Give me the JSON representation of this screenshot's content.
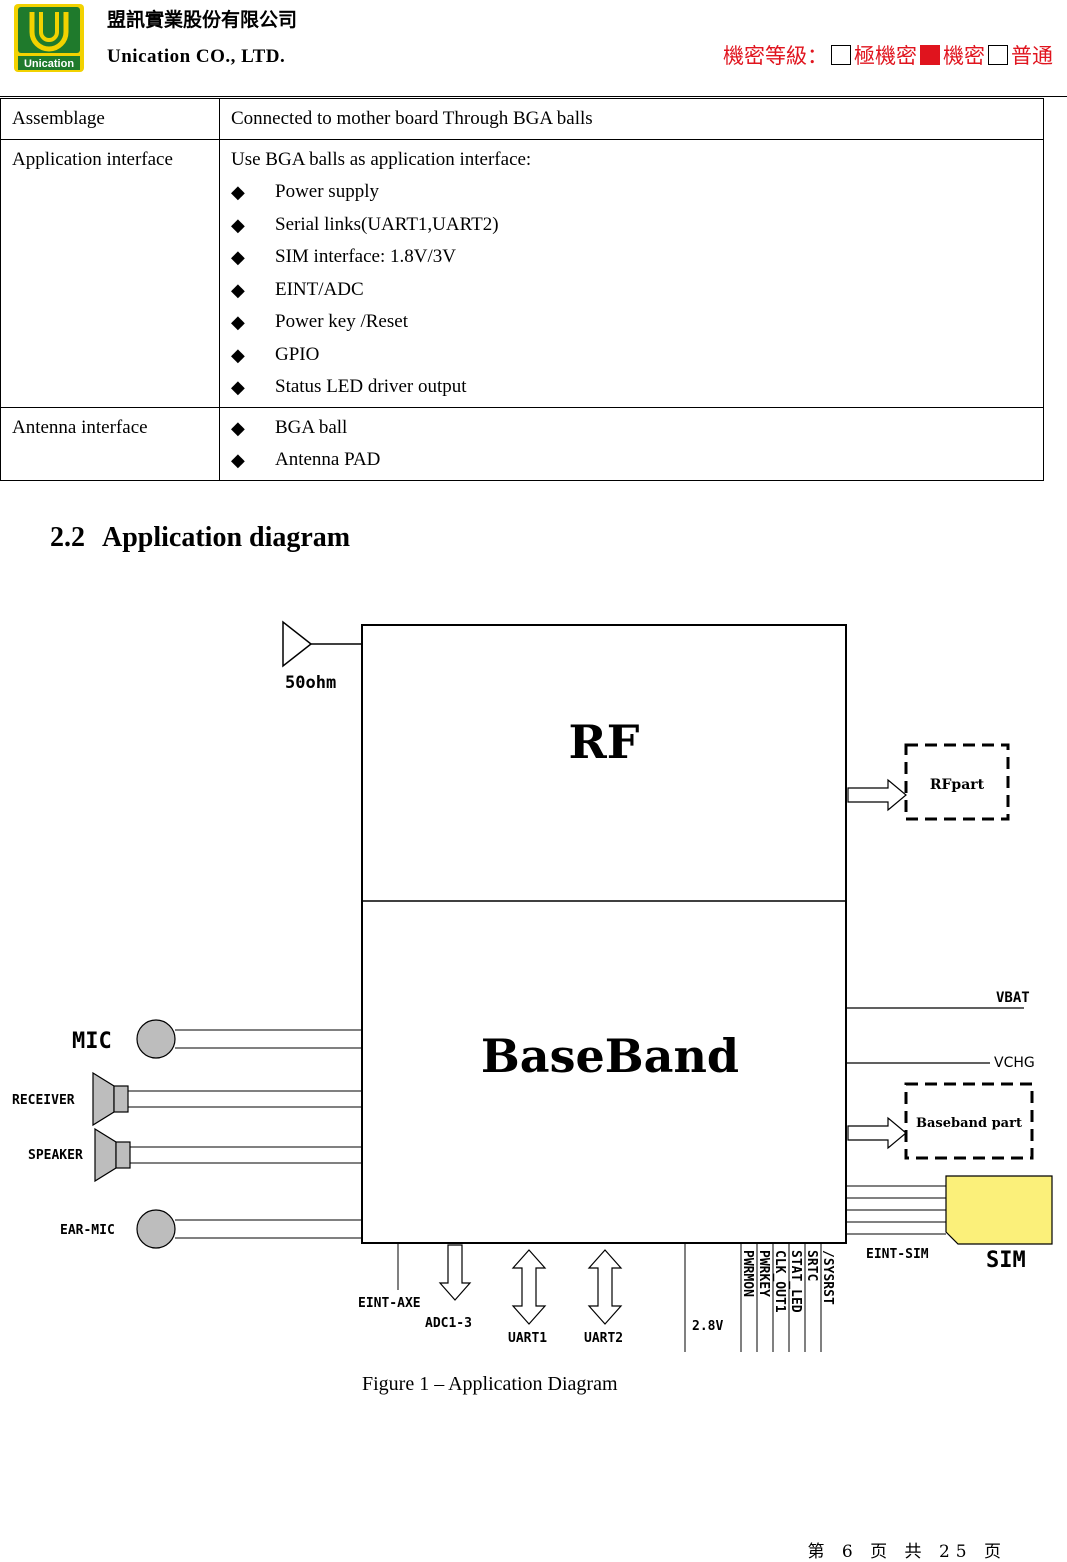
{
  "header": {
    "company_cn": "盟訊實業股份有限公司",
    "company_en": "Unication CO., LTD.",
    "logo_text": "Unication",
    "confidentiality": {
      "label": "機密等級：",
      "opt1": "極機密",
      "opt2": "機密",
      "opt3": "普通"
    }
  },
  "table": {
    "rows": [
      {
        "name": "Assemblage",
        "value": "Connected to mother board Through BGA balls"
      },
      {
        "name": "Application interface",
        "intro": "Use BGA balls as application interface:",
        "items": [
          "Power supply",
          "Serial links(UART1,UART2)",
          "SIM interface: 1.8V/3V",
          "EINT/ADC",
          "Power key /Reset",
          "GPIO",
          "Status LED driver output"
        ]
      },
      {
        "name": "Antenna interface",
        "items": [
          "BGA ball",
          "Antenna PAD"
        ]
      }
    ]
  },
  "section": {
    "number": "2.2",
    "title": "Application diagram"
  },
  "diagram": {
    "antenna": "50ohm",
    "rf": "RF",
    "baseband": "BaseBand",
    "rf_part": "RFpart",
    "baseband_part": "Baseband part",
    "vbat": "VBAT",
    "vchg": "VCHG",
    "sim": "SIM",
    "eint_sim": "EINT-SIM",
    "mic": "MIC",
    "receiver": "RECEIVER",
    "speaker": "SPEAKER",
    "ear_mic": "EAR-MIC",
    "eint_axe": "EINT-AXE",
    "adc": "ADC1-3",
    "uart1": "UART1",
    "uart2": "UART2",
    "v28": "2.8V",
    "pins": [
      "PWRMON",
      "PWRKEY",
      "CLK_OUT1",
      "STAT_LED",
      "SRTC",
      "/SYSRST"
    ]
  },
  "caption": "Figure 1 – Application Diagram",
  "footer": "第 6 页 共 25 页",
  "colors": {
    "confidential_red": "#e0141e",
    "logo_green": "#1f7a2c",
    "logo_yellow": "#f2d200",
    "sim_yellow": "#fbf07a",
    "component_gray": "#bdbdbd"
  }
}
